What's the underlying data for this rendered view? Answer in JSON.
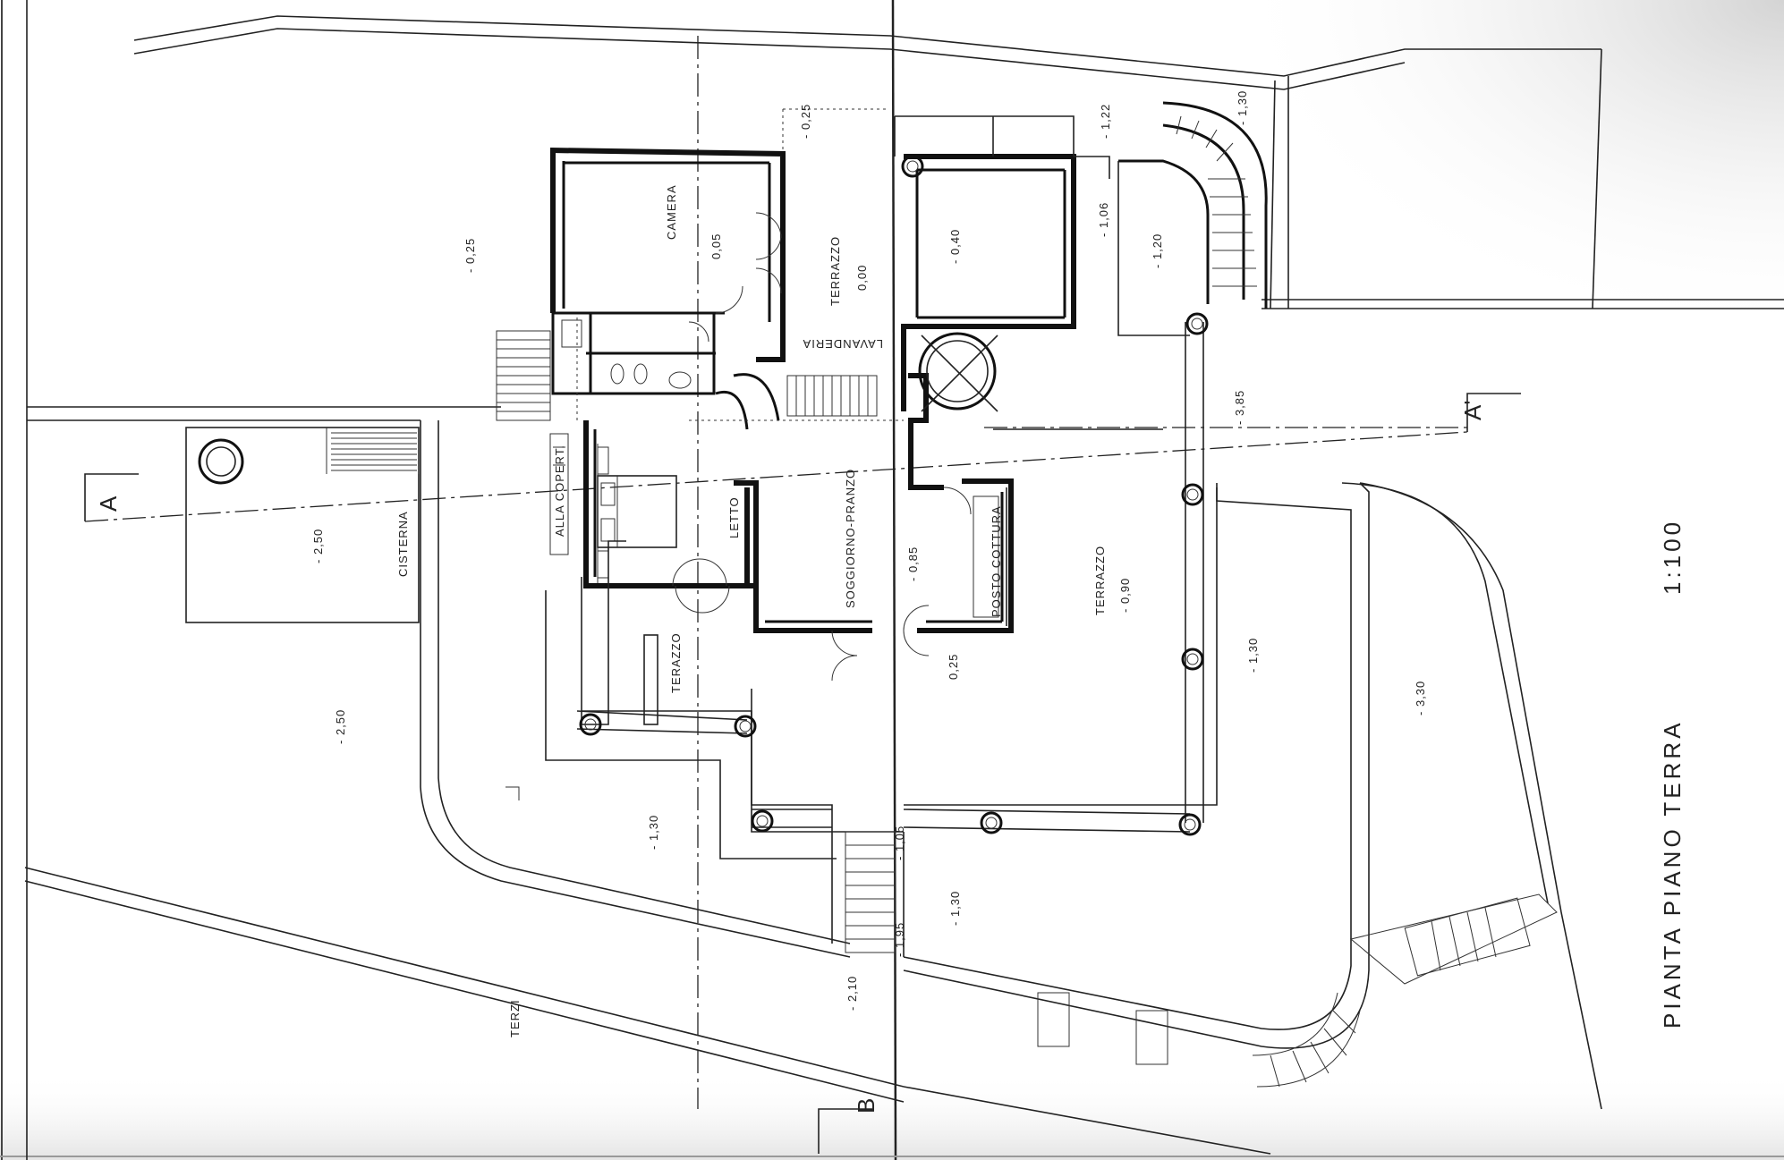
{
  "drawing": {
    "title": "PIANTA PIANO TERRA",
    "scale": "1:100"
  },
  "sections": {
    "a_left": "A",
    "a_right": "A'",
    "b_bottom": "B"
  },
  "rooms": {
    "camera": "CAMERA",
    "terrazzo_top": "TERRAZZO",
    "lavanderia": "LAVANDERIA",
    "soggiorno": "SOGGIORNO-PRANZO",
    "letto": "LETTO",
    "posto_cottura": "POSTO COTTURA",
    "terrazzo_right": "TERRAZZO",
    "terazzo_left": "TERAZZO",
    "cisterna": "CISTERNA",
    "terzi": "TERZI",
    "alla_copert": "ALLA COPERT."
  },
  "levels": {
    "l_0_25_left": "- 0,25",
    "l_0_05": "0,05",
    "l_0_00": "0,00",
    "l_0_25_top": "- 0,25",
    "l_0_40": "- 0,40",
    "l_1_22": "- 1,22",
    "l_1_06": "- 1,06",
    "l_1_20": "- 1,20",
    "l_1_30_top": "- 1,30",
    "l_3_85": "- 3,85",
    "l_2_50_a": "- 2,50",
    "l_2_50_b": "- 2,50",
    "l_0_85": "- 0,85",
    "l_0_25_bot": "0,25",
    "l_0_90": "- 0,90",
    "l_1_30_right": "- 1,30",
    "l_3_30": "- 3,30",
    "l_1_30_mid": "- 1,30",
    "l_1_30_low": "- 1,30",
    "l_2_10": "- 2,10",
    "l_1_05": "- 1,05",
    "l_1_95": "- 1,95"
  }
}
